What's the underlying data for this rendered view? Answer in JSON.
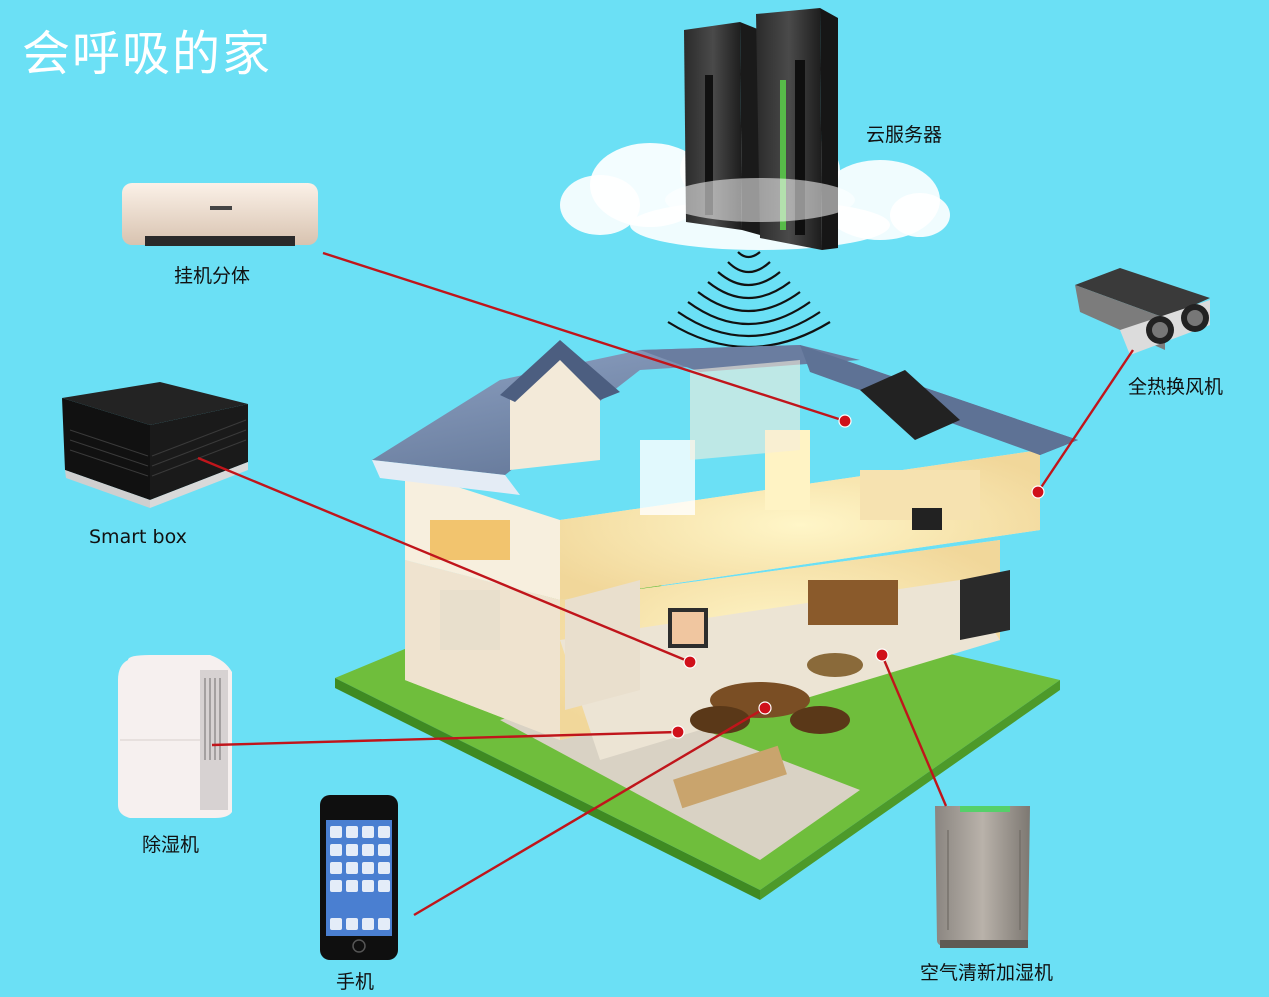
{
  "title": "会呼吸的家",
  "devices": {
    "cloud_server": "云服务器",
    "split_ac": "挂机分体",
    "smart_box": "Smart box",
    "erv": "全热换风机",
    "dehumidifier": "除湿机",
    "phone": "手机",
    "air_purifier": "空气清新加湿机"
  },
  "colors": {
    "background": "#6be0f5",
    "connector": "#c0151b",
    "title": "#ffffff"
  }
}
